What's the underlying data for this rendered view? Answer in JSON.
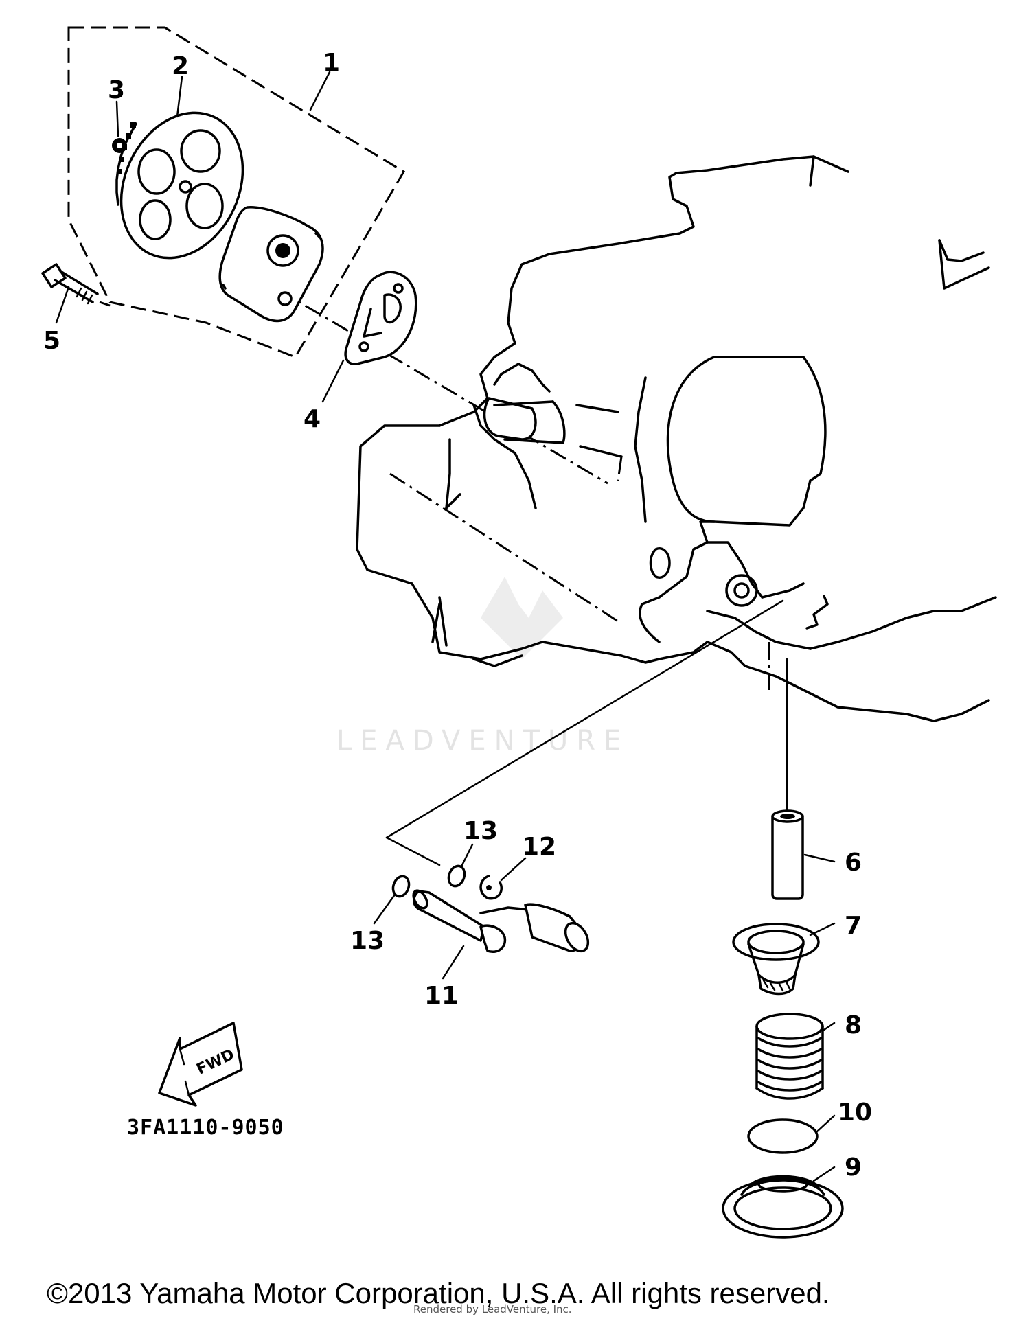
{
  "callouts": {
    "c1": "1",
    "c2": "2",
    "c3": "3",
    "c4": "4",
    "c5": "5",
    "c6": "6",
    "c7": "7",
    "c8": "8",
    "c9": "9",
    "c10": "10",
    "c11": "11",
    "c12": "12",
    "c13a": "13",
    "c13b": "13"
  },
  "fwd_label": "FWD",
  "diagram_code": "3FA1110-9050",
  "watermark": "LEADVENTURE",
  "copyright": "©2013 Yamaha Motor Corporation, U.S.A. All rights reserved.",
  "credit": "Rendered by LeadVenture, Inc."
}
